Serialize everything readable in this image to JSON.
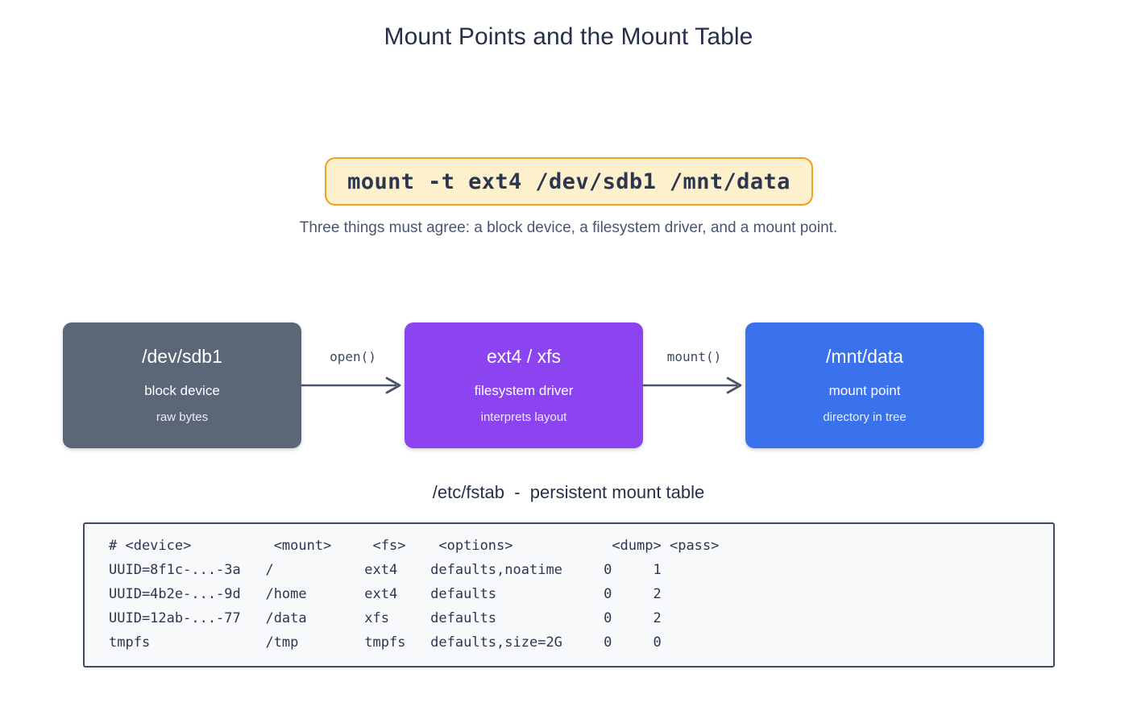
{
  "page": {
    "title": "Mount Points and the Mount Table"
  },
  "command": {
    "text": "mount -t ext4 /dev/sdb1 /mnt/data",
    "caption": "Three things must agree: a block device, a filesystem driver, and a mount point.",
    "border_color": "#f0a020",
    "background_color": "#fdf0cd"
  },
  "flow": {
    "boxes": [
      {
        "id": "device",
        "title": "/dev/sdb1",
        "subtitle": "block device",
        "detail": "raw bytes",
        "color": "#5b6678"
      },
      {
        "id": "driver",
        "title": "ext4 / xfs",
        "subtitle": "filesystem driver",
        "detail": "interprets layout",
        "color": "#8b44ef"
      },
      {
        "id": "mount",
        "title": "/mnt/data",
        "subtitle": "mount point",
        "detail": "directory in tree",
        "color": "#3a72ee"
      }
    ],
    "arrows": [
      {
        "id": "open",
        "label": "open()"
      },
      {
        "id": "mount",
        "label": "mount()"
      }
    ]
  },
  "fstab": {
    "caption": "/etc/fstab  -  persistent mount table",
    "columns": [
      "# <device>",
      "<mount>",
      "<fs>",
      "<options>",
      "<dump>",
      "<pass>"
    ],
    "header_line": "# <device>          <mount>     <fs>    <options>            <dump> <pass>",
    "rows": [
      {
        "device": "UUID=8f1c-...-3a",
        "mount": "/",
        "fs": "ext4",
        "options": "defaults,noatime",
        "dump": "0",
        "pass": "1",
        "line": "UUID=8f1c-...-3a   /           ext4    defaults,noatime     0     1"
      },
      {
        "device": "UUID=4b2e-...-9d",
        "mount": "/home",
        "fs": "ext4",
        "options": "defaults",
        "dump": "0",
        "pass": "2",
        "line": "UUID=4b2e-...-9d   /home       ext4    defaults             0     2"
      },
      {
        "device": "UUID=12ab-...-77",
        "mount": "/data",
        "fs": "xfs",
        "options": "defaults",
        "dump": "0",
        "pass": "2",
        "line": "UUID=12ab-...-77   /data       xfs     defaults             0     2"
      },
      {
        "device": "tmpfs",
        "mount": "/tmp",
        "fs": "tmpfs",
        "options": "defaults,size=2G",
        "dump": "0",
        "pass": "0",
        "line": "tmpfs              /tmp        tmpfs   defaults,size=2G     0     0"
      }
    ],
    "panel_background": "#f7f9fb",
    "panel_border": "#3e4a63"
  }
}
